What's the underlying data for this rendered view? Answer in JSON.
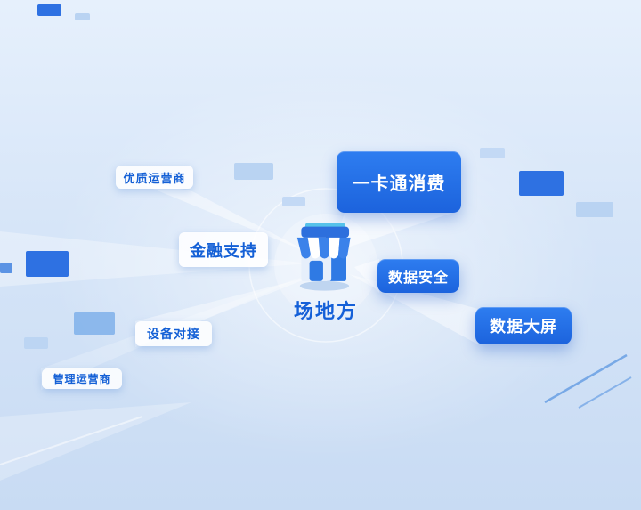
{
  "center": {
    "label": "场地方",
    "icon": "storefront-icon"
  },
  "nodes": [
    {
      "id": "quality-operators",
      "label": "优质运营商",
      "style": "light"
    },
    {
      "id": "one-card-payment",
      "label": "一卡通消费",
      "style": "primary"
    },
    {
      "id": "financial-support",
      "label": "金融支持",
      "style": "light"
    },
    {
      "id": "data-security",
      "label": "数据安全",
      "style": "primary"
    },
    {
      "id": "data-dashboard",
      "label": "数据大屏",
      "style": "primary"
    },
    {
      "id": "device-integration",
      "label": "设备对接",
      "style": "light"
    },
    {
      "id": "management-operators",
      "label": "管理运营商",
      "style": "light"
    }
  ],
  "colors": {
    "primary_blue": "#1e6add",
    "label_text_blue": "#1460d6",
    "background_top": "#e6f0fc",
    "background_bottom": "#c8dbf3"
  }
}
